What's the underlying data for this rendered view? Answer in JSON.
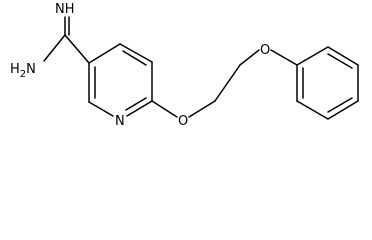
{
  "molecule": {
    "atoms": {
      "imine": "NH",
      "amine": "H2N",
      "ring_nitrogen": "N",
      "ether_oxygen_1": "O",
      "ether_oxygen_2": "O"
    }
  },
  "colors": {
    "bond": "#000000",
    "label": "#000000",
    "background": "#ffffff"
  }
}
